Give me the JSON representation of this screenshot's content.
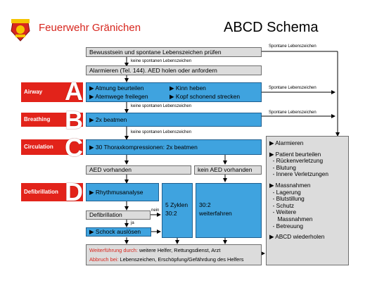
{
  "header": {
    "brand": "Feuerwehr Gränichen",
    "title": "ABCD Schema"
  },
  "flow": {
    "top1": "Bewusstsein und spontane Lebenszeichen prüfen",
    "top1_side": "Spontane Lebenszeichen",
    "none1": "keine spontanen Lebenszeichen",
    "alarm": "Alarmieren (Tel. 144). AED holen oder anfordern",
    "airway": {
      "label": "Airway",
      "letter": "A",
      "item1": "▶ Atmung beurteilen",
      "item2": "▶ Atemwege freilegen",
      "item3": "▶ Kinn heben",
      "item4": "▶ Kopf schonend strecken",
      "side": "Spontane Lebenszeichen"
    },
    "none2": "keine spontanen Lebenszeichen",
    "breathing": {
      "label": "Breathing",
      "letter": "B",
      "item": "▶ 2x beatmen",
      "side": "Spontane Lebenszeichen"
    },
    "none3": "keine spontanen Lebenszeichen",
    "circulation": {
      "label": "Circulation",
      "letter": "C",
      "item": "▶ 30 Thoraxkompressionen: 2x beatmen"
    },
    "aed_yes": "AED vorhanden",
    "aed_no": "kein AED vorhanden",
    "defib": {
      "label": "Defibrillation",
      "letter": "D",
      "item": "▶ Rhythmusanalyse",
      "cycles": "5 Zyklen\n30:2",
      "continue": "30:2\nweiterfahren"
    },
    "defibrillation": "Defibrillation",
    "nein": "nein",
    "ja": "ja",
    "shock": "▶ Schock auslösen",
    "footer": {
      "line1_prefix": "Weiterführung durch:",
      "line1_rest": " weitere Helfer, Rettungsdienst, Arzt",
      "line2_prefix": "Abbruch bei:",
      "line2_rest": " Lebenszeichen, Erschöpfung/Gefährdung des Helfers"
    }
  },
  "sidebar": {
    "lines": [
      "▶ Alarmieren",
      "",
      "▶ Patient beurteilen",
      "  - Rückenverletzung",
      "  - Blutung",
      "  - Innere Verletzungen",
      "",
      "▶ Massnahmen",
      "  - Lagerung",
      "  - Blutstillung",
      "  - Schutz",
      "  - Weitere",
      "     Massnahmen",
      "  - Betreuung",
      "",
      "▶ ABCD wiederholen"
    ]
  },
  "colors": {
    "red": "#e2231a",
    "blue": "#3fa3df",
    "gray": "#dcdcdc"
  }
}
